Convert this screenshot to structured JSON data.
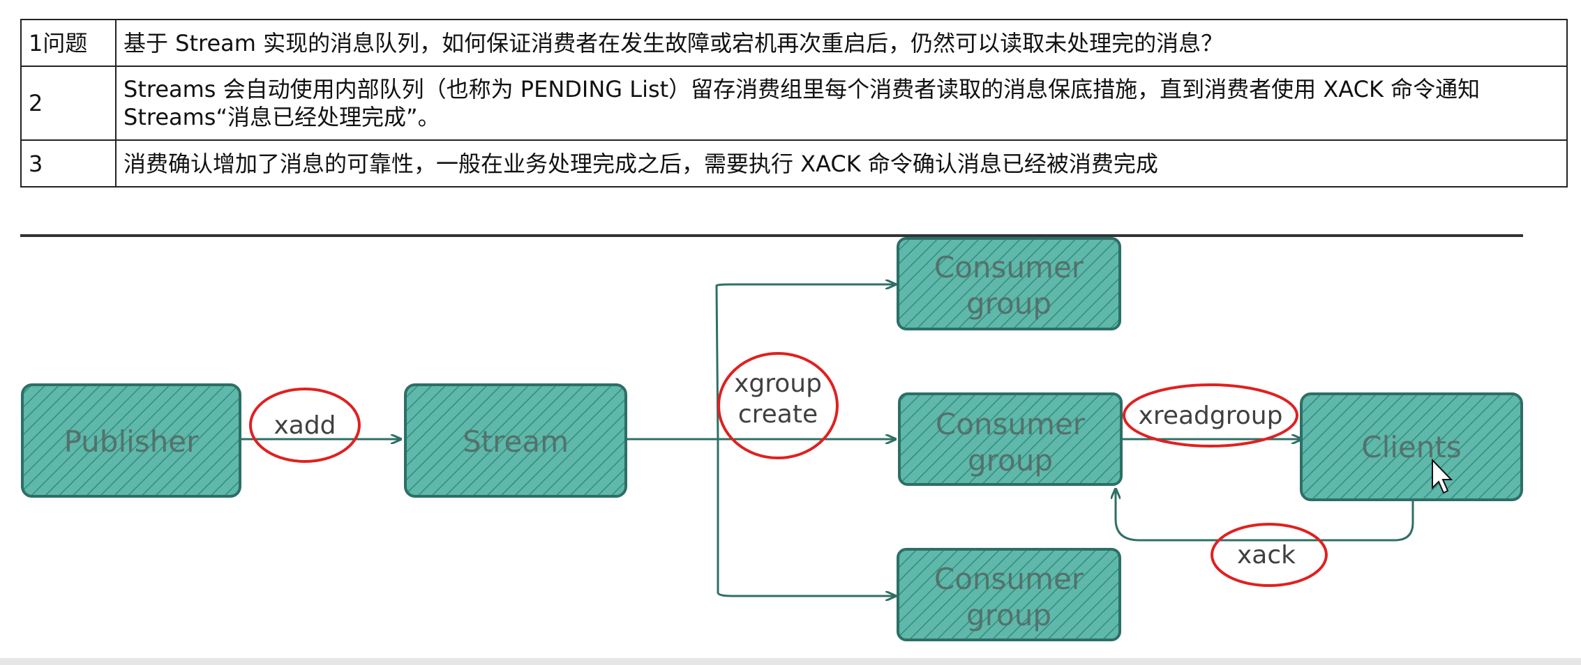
{
  "table": {
    "rows": [
      {
        "num": "1问题",
        "text": "基于 Stream 实现的消息队列，如何保证消费者在发生故障或宕机再次重启后，仍然可以读取未处理完的消息？"
      },
      {
        "num": "2",
        "text": "Streams 会自动使用内部队列（也称为 PENDING List）留存消费组里每个消费者读取的消息保底措施，直到消费者使用 XACK 命令通知 Streams“消息已经处理完成”。"
      },
      {
        "num": "3",
        "text": "消费确认增加了消息的可靠性，一般在业务处理完成之后，需要执行 XACK 命令确认消息已经被消费完成"
      }
    ]
  },
  "diagram": {
    "nodes": {
      "publisher": "Publisher",
      "stream": "Stream",
      "consumer_group_line1": "Consumer",
      "consumer_group_line2": "group",
      "clients": "Clients"
    },
    "commands": {
      "xadd": "xadd",
      "xgroup_line1": "xgroup",
      "xgroup_line2": "create",
      "xreadgroup": "xreadgroup",
      "xack": "xack"
    },
    "colors": {
      "node_fill": "#5fb8aa",
      "node_stroke": "#2c6f66",
      "hatch": "#2f8e80",
      "arrow": "#2f6f66",
      "highlight_circle": "#e02020"
    }
  }
}
